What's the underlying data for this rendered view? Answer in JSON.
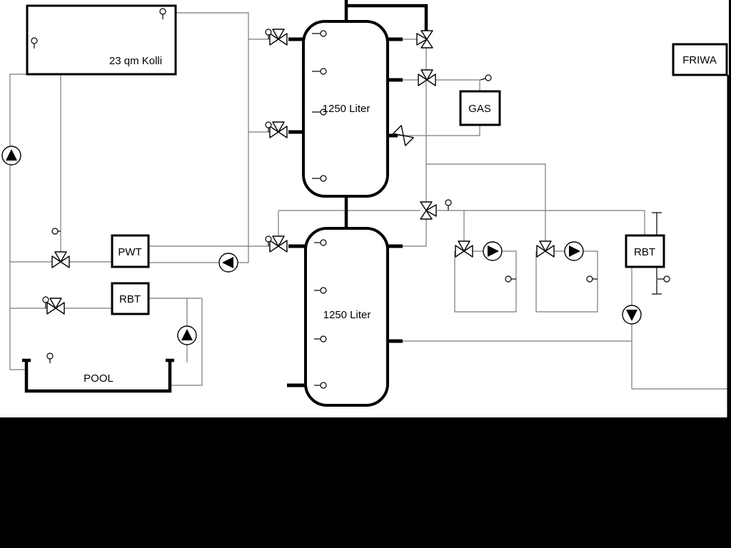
{
  "diagram": {
    "collector_label": "23 qm Kolli",
    "tank1_label": "1250 Liter",
    "tank2_label": "1250 Liter",
    "gas_label": "GAS",
    "friwa_label": "FRIWA",
    "pwt_label": "PWT",
    "rbt_left_label": "RBT",
    "rbt_right_label": "RBT",
    "pool_label": "POOL",
    "colors": {
      "background": "#ffffff",
      "frame": "#000000",
      "thin_pipe": "#7a7a7a",
      "thick_pipe": "#000000"
    },
    "icons": {
      "pump": "circle-with-triangle",
      "valve": "three-way-bowtie",
      "sensor": "small-circle-with-stem"
    }
  }
}
